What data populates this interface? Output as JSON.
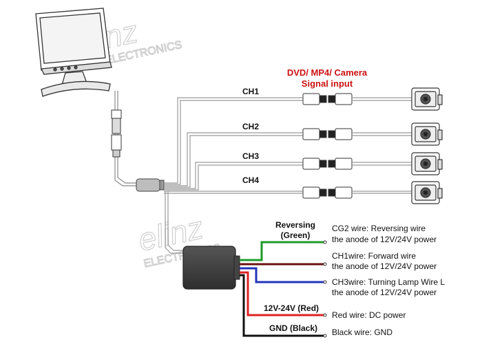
{
  "diagram": {
    "title_line1": "DVD/ MP4/ Camera",
    "title_line2": "Signal input",
    "title_color": "#cc1111",
    "channels": [
      "CH1",
      "CH2",
      "CH3",
      "CH4"
    ],
    "watermark": {
      "brand": "elinz",
      "sub": "ELECTRONICS"
    },
    "control_wires": [
      {
        "side_label": "Reversing",
        "side_label2": "(Green)",
        "line1": "CG2 wire: Reversing wire",
        "line2": "the anode of 12V/24V power",
        "color": "#1e9a2a"
      },
      {
        "side_label": "",
        "side_label2": "",
        "line1": "CH1wire: Forward wire",
        "line2": "the anode of 12V/24V power",
        "color": "#6b1010"
      },
      {
        "side_label": "",
        "side_label2": "",
        "line1": "CH3wire: Turning Lamp Wire L",
        "line2": "the anode of 12V/24V power",
        "color": "#2233bb"
      }
    ],
    "power_wires": [
      {
        "side_label": "12V-24V (Red)",
        "desc": "Red wire: DC power",
        "color": "#dd2222"
      },
      {
        "side_label": "GND (Black)",
        "desc": "Black wire: GND",
        "color": "#111111"
      }
    ]
  }
}
